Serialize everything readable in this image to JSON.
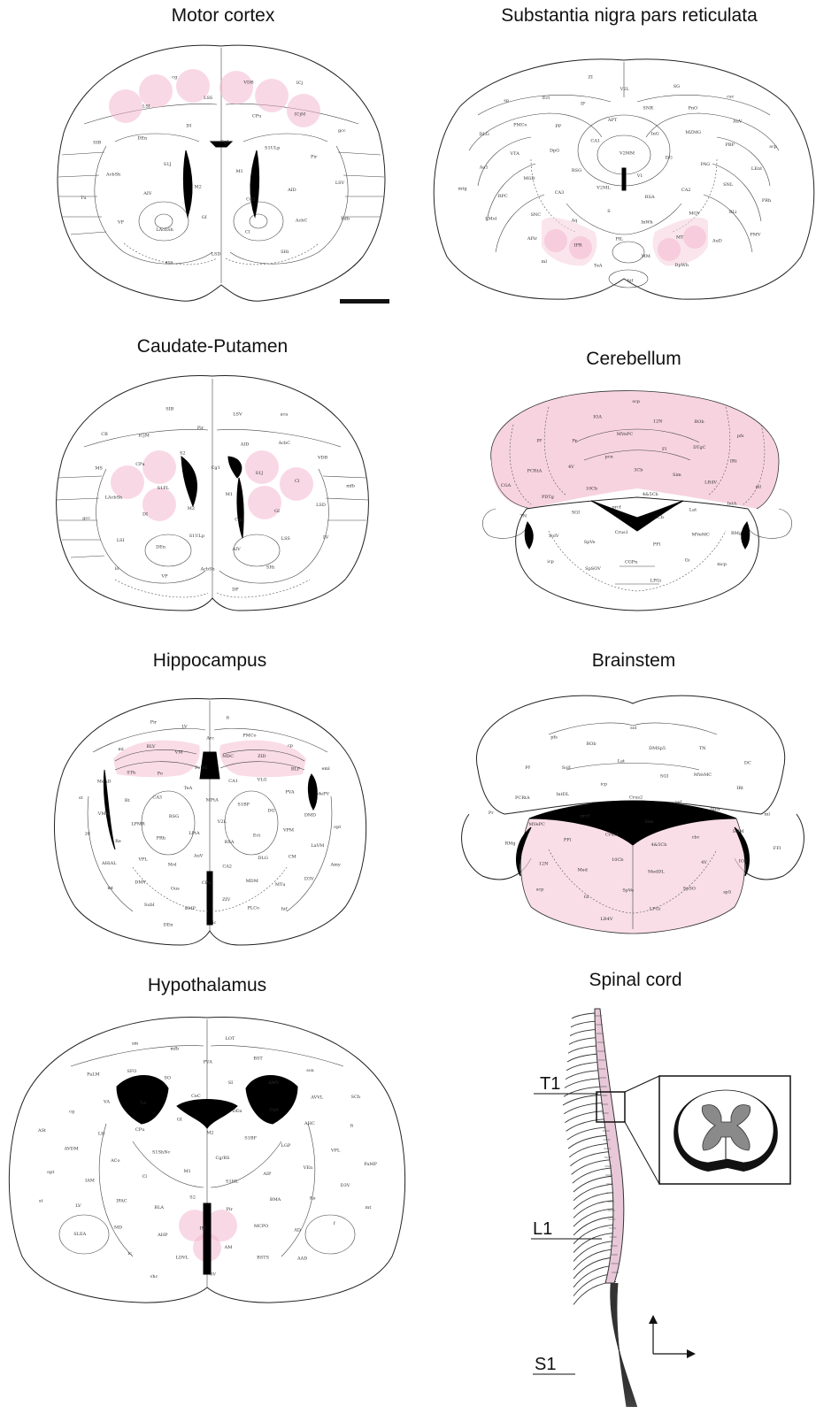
{
  "panels": [
    {
      "id": "motor",
      "title": "Motor cortex",
      "labels": [
        "M1",
        "M2",
        "Cg1",
        "Cg2",
        "S1J",
        "S1ULp",
        "GI",
        "DI",
        "AID",
        "AIV",
        "CPu",
        "Cl",
        "DEn",
        "Pir",
        "LAcbSh",
        "LSS",
        "AcbC",
        "AcbSh",
        "ICjM",
        "LSD",
        "LSI",
        "LSV",
        "VP",
        "VDB",
        "SHi",
        "SIB",
        "gcc",
        "aca",
        "cg",
        "mfb",
        "Tu",
        "ICj"
      ]
    },
    {
      "id": "snr",
      "title": "Substantia nigra pars reticulata",
      "labels": [
        "V1",
        "V2ML",
        "V2MM",
        "RSA",
        "RSG",
        "DG",
        "S",
        "CA1",
        "CA2",
        "CA3",
        "InG",
        "InWh",
        "DpG",
        "PAG",
        "Aq",
        "APT",
        "MGV",
        "MGD",
        "MZMG",
        "PIL",
        "PP",
        "SNL",
        "SNC",
        "SNR",
        "MT",
        "VTA",
        "PBP",
        "IPR",
        "IF",
        "RLi",
        "RPC",
        "PnO",
        "MM",
        "PMCo",
        "LEnt",
        "APir",
        "V2L",
        "AuD",
        "Au1",
        "AuV",
        "TeA",
        "Ect",
        "PRh",
        "LMol",
        "SG",
        "DpWh",
        "DLG",
        "scp",
        "ml",
        "ZI",
        "PMV",
        "mtg",
        "csc",
        "hif",
        "sp"
      ]
    },
    {
      "id": "cpu",
      "title": "Caudate-Putamen",
      "labels": [
        "M1",
        "M2",
        "Cg1",
        "Cg2",
        "S1FL",
        "S1J",
        "S1ULp",
        "S2",
        "GI",
        "DI",
        "AID",
        "AIV",
        "CPu",
        "Cl",
        "DEn",
        "Pir",
        "LSS",
        "LAcbSh",
        "AcbC",
        "AcbSh",
        "ICjM",
        "LSD",
        "LSI",
        "LSV",
        "SHi",
        "MS",
        "VDB",
        "VP",
        "SIB",
        "LV",
        "gcc",
        "aca",
        "DP",
        "CB",
        "mfb",
        "lo"
      ]
    },
    {
      "id": "cb",
      "title": "Cerebellum",
      "labels": [
        "4&5Cb",
        "prcf",
        "3Cb",
        "2Cb",
        "10Cb",
        "Sim",
        "Crus1",
        "pcn",
        "Lat",
        "SGI",
        "Fl",
        "PFl",
        "4V",
        "LR4V",
        "SpVe",
        "MVePC",
        "MVeMC",
        "PDTg",
        "DTgC",
        "CGPn",
        "Pr",
        "IntA",
        "SolV",
        "12N",
        "Gi",
        "PCRtA",
        "IRt",
        "SpSOV",
        "IOA",
        "RMg",
        "TN",
        "ROb",
        "LPGi",
        "py",
        "ml",
        "icp",
        "scp",
        "mcp",
        "CGA",
        "pfs"
      ]
    },
    {
      "id": "hip",
      "title": "Hippocampus",
      "labels": [
        "V2L",
        "LPtA",
        "MPtA",
        "RSA",
        "RSG",
        "S1BF",
        "AuV",
        "TeA",
        "Ect",
        "PRh",
        "CA1",
        "CA2",
        "CA3",
        "DG",
        "Mol",
        "PoDG",
        "DLG",
        "LPMR",
        "VLG",
        "CPu",
        "Po",
        "VPM",
        "VPL",
        "MDC",
        "MDM",
        "Rt",
        "PVA",
        "Gus",
        "VM",
        "CM",
        "Re",
        "ZID",
        "ZIV",
        "STh",
        "DMD",
        "DMV",
        "Arc",
        "MTu",
        "VMH",
        "BLP",
        "BMP",
        "BLV",
        "LaVM",
        "AHiAL",
        "PMCo",
        "PLCo",
        "MeAD",
        "MePV",
        "SubI",
        "LV",
        "D3V",
        "3V",
        "cp",
        "ic",
        "ml",
        "opt",
        "mt",
        "fi",
        "hif",
        "st",
        "eml",
        "DEn",
        "Pir",
        "Amy"
      ]
    },
    {
      "id": "bs",
      "title": "Brainstem",
      "labels": [
        "Sim",
        "Crus1",
        "Crus2",
        "4&5Cb",
        "prcf",
        "psf",
        "10Cb",
        "icp",
        "cbc",
        "PFl",
        "SGI",
        "MedDL",
        "IntDL",
        "IntA",
        "Med",
        "Lat",
        "4V",
        "MVePC",
        "MVeMC",
        "SpVe",
        "SolI",
        "SolM",
        "12N",
        "DMSp5",
        "SpSO",
        "PCRtA",
        "IRt",
        "Gi",
        "ROb",
        "IOA",
        "RMg",
        "TN",
        "LPGi",
        "py",
        "ml",
        "scp",
        "sol",
        "sp5",
        "Pr",
        "DC",
        "LR4V",
        "pfs",
        "FFl"
      ]
    },
    {
      "id": "hyp",
      "title": "Hypothalamus",
      "labels": [
        "Cg/RS",
        "M1",
        "M2",
        "S1HL",
        "S1ShNc",
        "S1BF",
        "S2",
        "GI",
        "AIP",
        "Cl",
        "DEn",
        "Pir",
        "CPu",
        "LGP",
        "BLA",
        "CeC",
        "BMA",
        "ACo",
        "CxA",
        "IM",
        "La",
        "VEn",
        "IPAC",
        "SI",
        "MCPO",
        "LH",
        "AHC",
        "AHP",
        "SO",
        "Re",
        "IAM",
        "AMV",
        "AM",
        "VA",
        "VPL",
        "MD",
        "PVA",
        "AD",
        "AVDM",
        "AVVL",
        "LDVL",
        "SFO",
        "D3V",
        "LV",
        "BST",
        "BSTS",
        "cg",
        "fi",
        "ic",
        "mfb",
        "f",
        "opt",
        "sox",
        "3V",
        "PaLM",
        "PaMP",
        "SLEA",
        "LOT",
        "AAD",
        "ASt",
        "SCh",
        "vhc",
        "sm",
        "mt",
        "st"
      ]
    },
    {
      "id": "sc",
      "title": "Spinal cord",
      "labels": [
        "T1",
        "L1",
        "S1"
      ]
    }
  ]
}
